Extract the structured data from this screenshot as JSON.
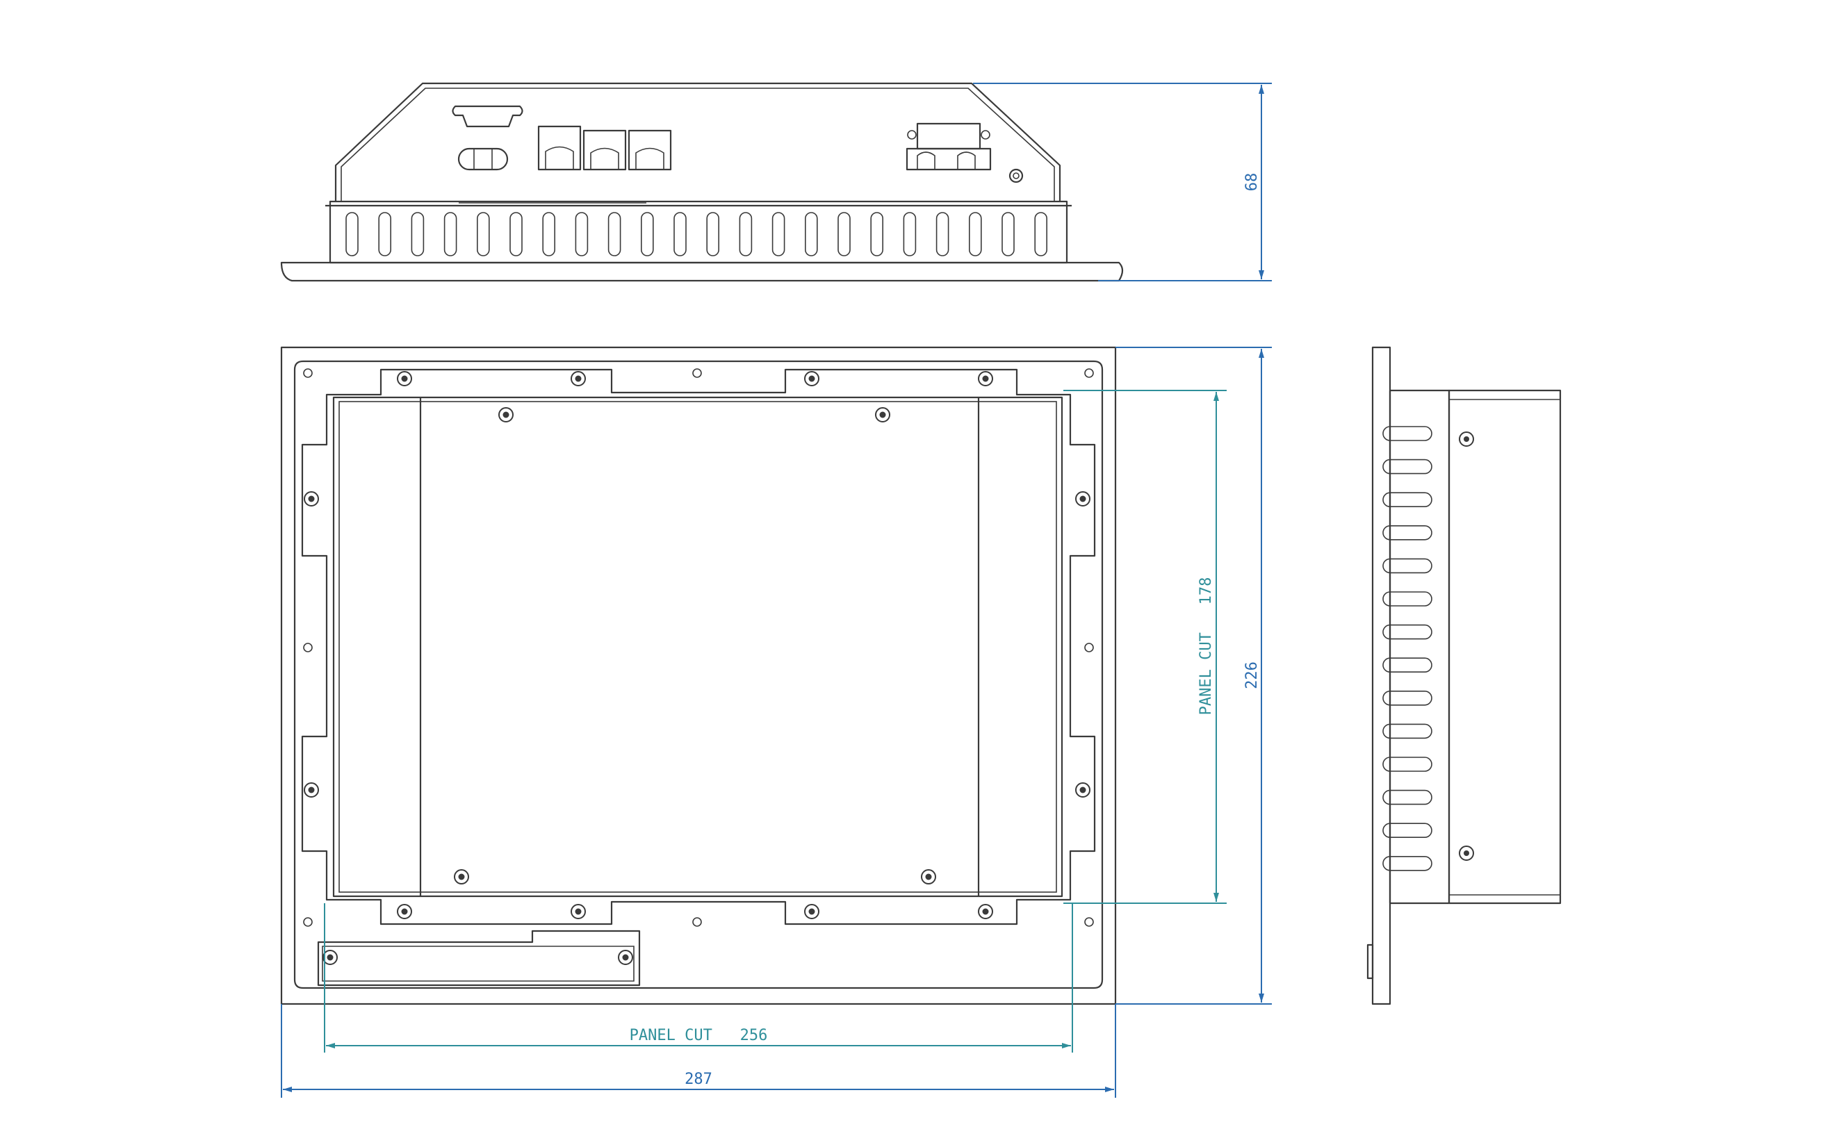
{
  "dimensions": {
    "height_top": "68",
    "panel_cut_height": "PANEL CUT   178",
    "height_front": "226",
    "panel_cut_width": "PANEL CUT   256",
    "width_overall": "287"
  },
  "colors": {
    "line": "#3a3a3a",
    "dim_teal": "#2f8f9a",
    "dim_blue": "#2b6cb0"
  }
}
